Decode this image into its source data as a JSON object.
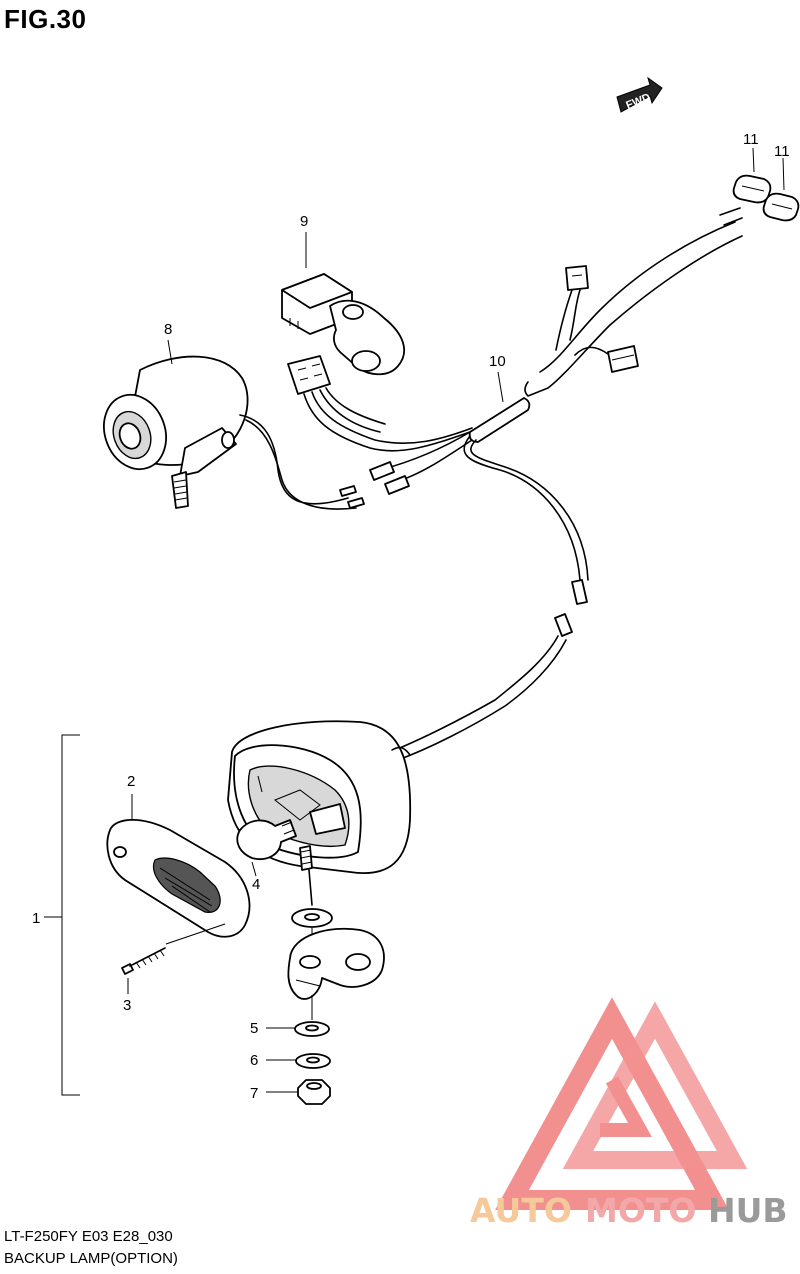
{
  "figure": {
    "title": "FIG.30"
  },
  "direction_marker": {
    "label": "FWD",
    "icon": "forward-arrow-icon"
  },
  "callouts": [
    {
      "id": "callout-1",
      "text": "1"
    },
    {
      "id": "callout-2",
      "text": "2"
    },
    {
      "id": "callout-3",
      "text": "3"
    },
    {
      "id": "callout-4",
      "text": "4"
    },
    {
      "id": "callout-5",
      "text": "5"
    },
    {
      "id": "callout-6",
      "text": "6"
    },
    {
      "id": "callout-7",
      "text": "7"
    },
    {
      "id": "callout-8",
      "text": "8"
    },
    {
      "id": "callout-9",
      "text": "9"
    },
    {
      "id": "callout-10",
      "text": "10"
    },
    {
      "id": "callout-11a",
      "text": "11"
    },
    {
      "id": "callout-11b",
      "text": "11"
    }
  ],
  "footer": {
    "model_code": "LT-F250FY E03 E28_030",
    "section_name": "BACKUP LAMP(OPTION)"
  },
  "watermark": {
    "part1": "AUTO",
    "part2": "MOTO",
    "part3": "HUB",
    "color_part1": "#f5c99a",
    "color_part2": "#f2a8a8",
    "color_part3": "#9a9a9a",
    "logo_color": "#f28b8b"
  }
}
